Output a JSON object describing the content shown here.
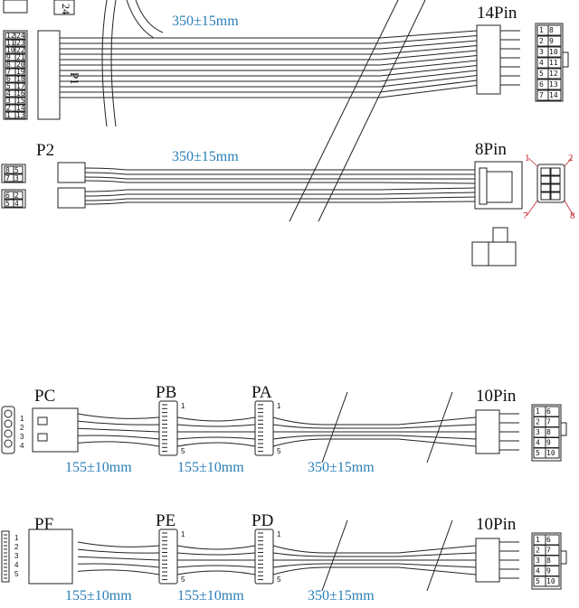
{
  "colors": {
    "dimension": "#2a7fb8",
    "pin_marker": "#c0282d",
    "line": "#222222"
  },
  "groups": [
    {
      "id": "main",
      "labels": {
        "connector_p1": "P1",
        "p1_tag": "24",
        "end_connector": "14Pin",
        "dimension": "350±15mm"
      },
      "left_pins": [
        "24",
        "12",
        "23",
        "11",
        "22",
        "10",
        "21",
        "9",
        "20",
        "8",
        "19",
        "7",
        "18",
        "6",
        "17",
        "5",
        "16",
        "4",
        "15",
        "3",
        "14",
        "2",
        "13",
        "1"
      ],
      "end_pins": [
        [
          "1",
          "8"
        ],
        [
          "2",
          "9"
        ],
        [
          "3",
          "10"
        ],
        [
          "4",
          "11"
        ],
        [
          "5",
          "12"
        ],
        [
          "6",
          "13"
        ],
        [
          "7",
          "14"
        ]
      ]
    },
    {
      "id": "p2",
      "labels": {
        "connector": "P2",
        "end_connector": "8Pin",
        "dimension": "350±15mm"
      },
      "left_pins": [
        [
          "8",
          "5"
        ],
        [
          "7",
          "3"
        ],
        [
          "6",
          "2"
        ],
        [
          "5",
          "4"
        ]
      ],
      "corner_pins": [
        "1",
        "2",
        "7",
        "8"
      ]
    },
    {
      "id": "peripheral-1",
      "labels": {
        "c1": "PC",
        "c2": "PB",
        "c3": "PA",
        "end_connector": "10Pin"
      },
      "dimensions": [
        "155±10mm",
        "155±10mm",
        "350±15mm"
      ],
      "molex_pins": [
        "1",
        "2",
        "3",
        "4"
      ],
      "sata_pins": [
        "1",
        "5"
      ],
      "end_pins": [
        [
          "1",
          "6"
        ],
        [
          "2",
          "7"
        ],
        [
          "3",
          "8"
        ],
        [
          "4",
          "9"
        ],
        [
          "5",
          "10"
        ]
      ]
    },
    {
      "id": "peripheral-2",
      "labels": {
        "c1": "PF",
        "c2": "PE",
        "c3": "PD",
        "end_connector": "10Pin"
      },
      "dimensions": [
        "155±10mm",
        "155±10mm",
        "350±15mm"
      ],
      "sata_pins": [
        "1",
        "2",
        "3",
        "4",
        "5"
      ],
      "sata_small_pins": [
        "1",
        "5"
      ],
      "end_pins": [
        [
          "1",
          "6"
        ],
        [
          "2",
          "7"
        ],
        [
          "3",
          "8"
        ],
        [
          "4",
          "9"
        ],
        [
          "5",
          "10"
        ]
      ]
    }
  ]
}
